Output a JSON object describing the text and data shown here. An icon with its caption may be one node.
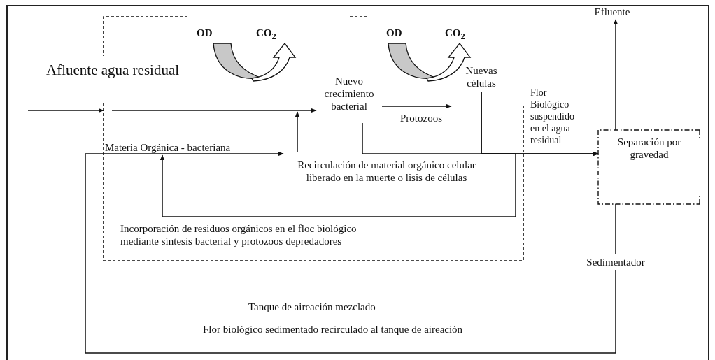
{
  "diagram": {
    "nodes": [
      {
        "text": [
          "Materia Orgánica - bacteriana",
          "Incorporación de residuos orgánicos en el floc biológico mediante síntesis bacterial y protozoos depredadores"
        ]
      },
      {
        "text": [
          "Nuevo crecimiento bacterial"
        ],
        "in": 0
      },
      {
        "text": [
          "Nuevas células"
        ],
        "in": 0
      },
      {
        "text": [
          "Recirculación de material orgánico celular liberado en la muerte o lisis de células"
        ],
        "in": 0
      },
      {
        "text": [
          "Separación por gravedad"
        ]
      },
      {
        "text": [
          "Efluente"
        ]
      },
      {
        "text": [
          "Sedimentador"
        ]
      }
    ],
    "edges": [
      {
        "from": null,
        "to": 0,
        "arrow": "to"
      },
      {
        "from": null,
        "to": 1,
        "arrow": "to"
      },
      {
        "from": 1,
        "to": 2,
        "arrow": "to"
      },
      {
        "from": 1,
        "to": 4,
        "arrow": "to"
      },
      {
        "from": 2,
        "to": 4,
        "arrow": "to",
        "label": "Flor Biológico suspendido en el agua residual"
      },
      {
        "from": 4,
        "to": 5,
        "arrow": "to"
      },
      {
        "from": 4,
        "to": 6,
        "arrow": "none"
      },
      {
        "from": 6,
        "to": 3,
        "arrow": "to"
      },
      {
        "from": 3,
        "to": null,
        "arrow": "to"
      },
      {
        "from": 2,
        "to": null,
        "arrow": "to"
      }
    ],
    "labels": [
      "Afluente agua residual",
      "OD",
      "CO$_{2}$",
      "OD",
      "CO$_{2}$",
      "Protozoos",
      "Tanque de aireación mezclado",
      "Flor biológico sedimentado recirculado al tanque de aireación"
    ]
  }
}
